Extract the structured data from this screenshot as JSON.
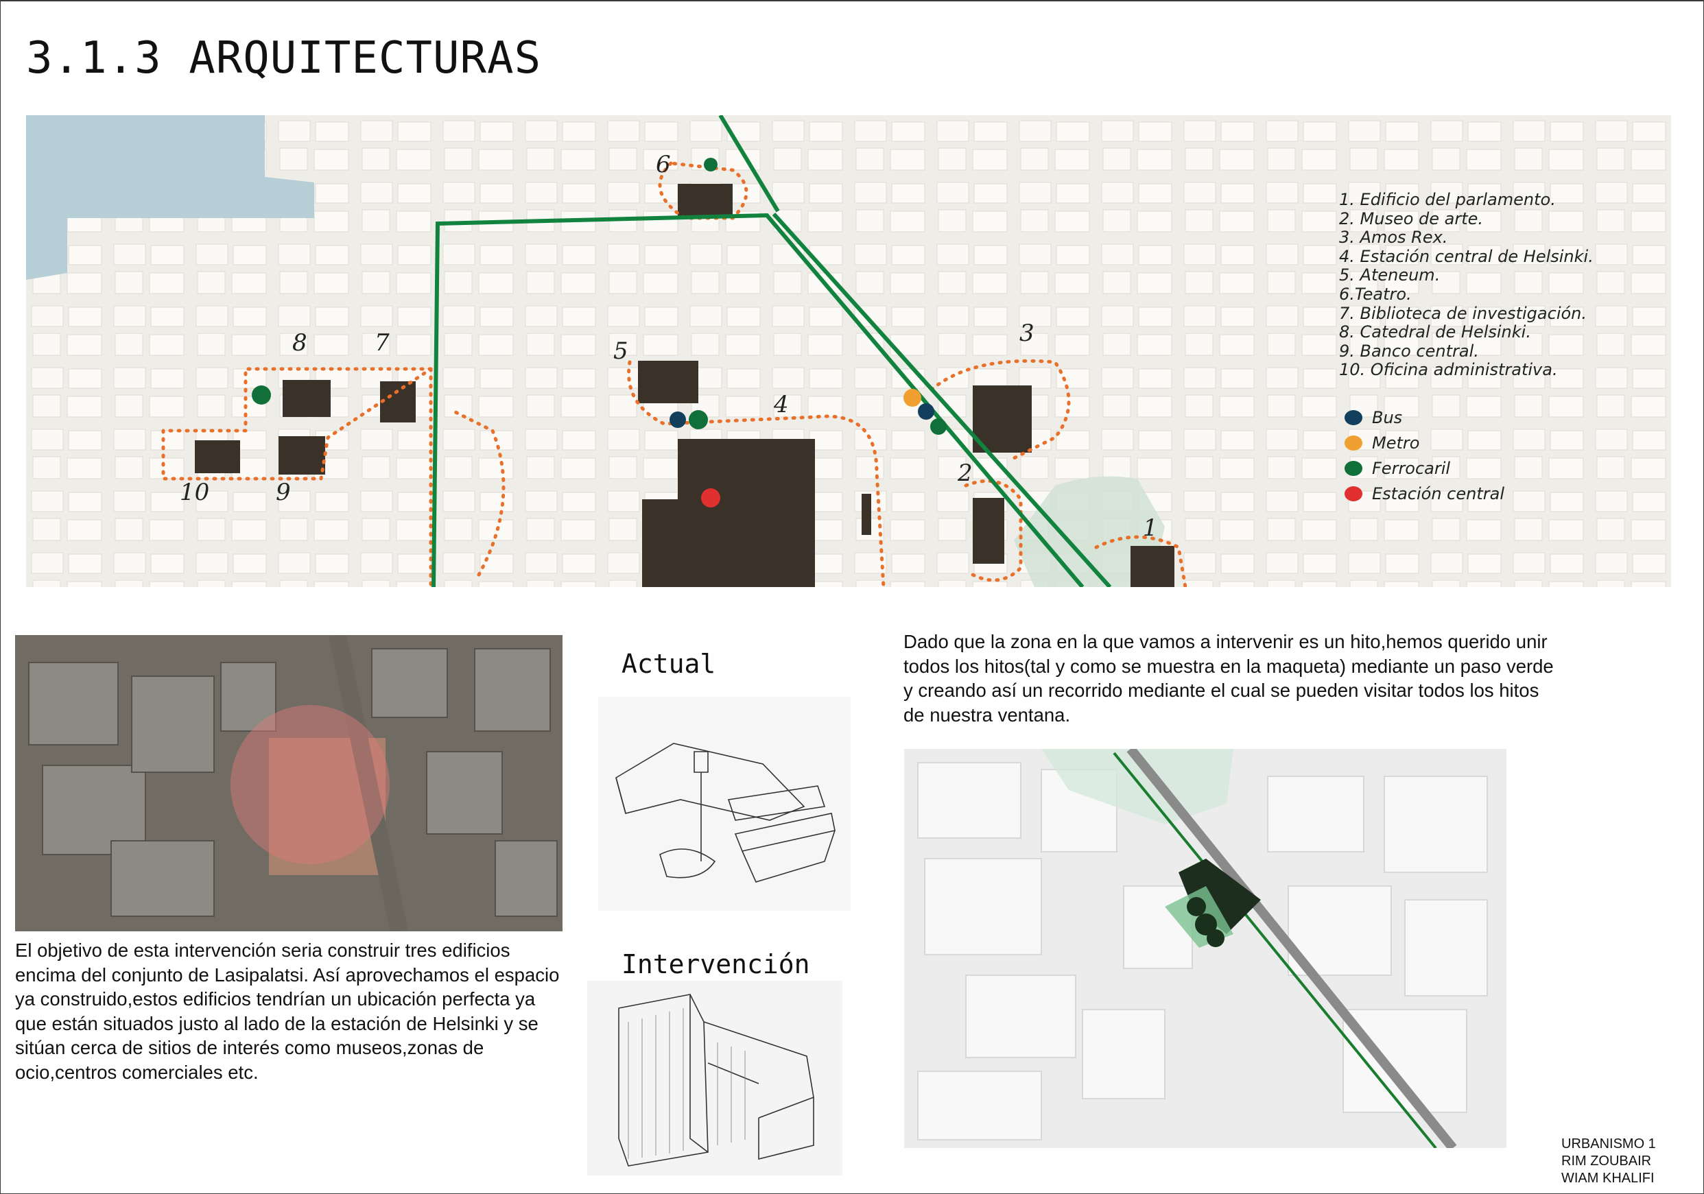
{
  "title": "3.1.3 ARQUITECTURAS",
  "map": {
    "legend_items": [
      "1. Edificio del parlamento.",
      "2. Museo de arte.",
      "3. Amos Rex.",
      "4. Estación central de Helsinki.",
      "5. Ateneum.",
      "6.Teatro.",
      "7. Biblioteca de investigación.",
      "8. Catedral de Helsinki.",
      "9. Banco central.",
      "10. Oficina administrativa."
    ],
    "transport_legend": [
      {
        "label": "Bus",
        "color": "#12405c"
      },
      {
        "label": "Metro",
        "color": "#f0a030"
      },
      {
        "label": "Ferrocaril",
        "color": "#11703a"
      },
      {
        "label": "Estación central",
        "color": "#e03030"
      }
    ],
    "markers": [
      "1",
      "2",
      "3",
      "4",
      "5",
      "6",
      "7",
      "8",
      "9",
      "10"
    ],
    "colors": {
      "route": "#11833e",
      "dotted_path": "#e8702a",
      "buildings": "#3a3128",
      "land": "#f1efe9",
      "water": "#b6cfd6"
    }
  },
  "sections": {
    "actual_label": "Actual",
    "intervencion_label": "Intervención"
  },
  "text": {
    "description_left": "El objetivo de esta intervención seria construir tres edificios encima del conjunto de Lasipalatsi. Así aprovechamos el espacio ya construido,estos edificios tendrían un ubicación perfecta ya que están situados justo al lado de la estación de Helsinki y se sitúan cerca de sitios de interés como museos,zonas de ocio,centros comerciales etc.",
    "description_right": "Dado que la zona en la que vamos a intervenir es un hito,hemos querido unir todos los hitos(tal y como se muestra en la maqueta) mediante un paso verde y creando así un recorrido mediante el cual se pueden visitar todos los hitos de nuestra ventana."
  },
  "credits": [
    "URBANISMO 1",
    "RIM ZOUBAIR",
    "WIAM KHALIFI"
  ]
}
